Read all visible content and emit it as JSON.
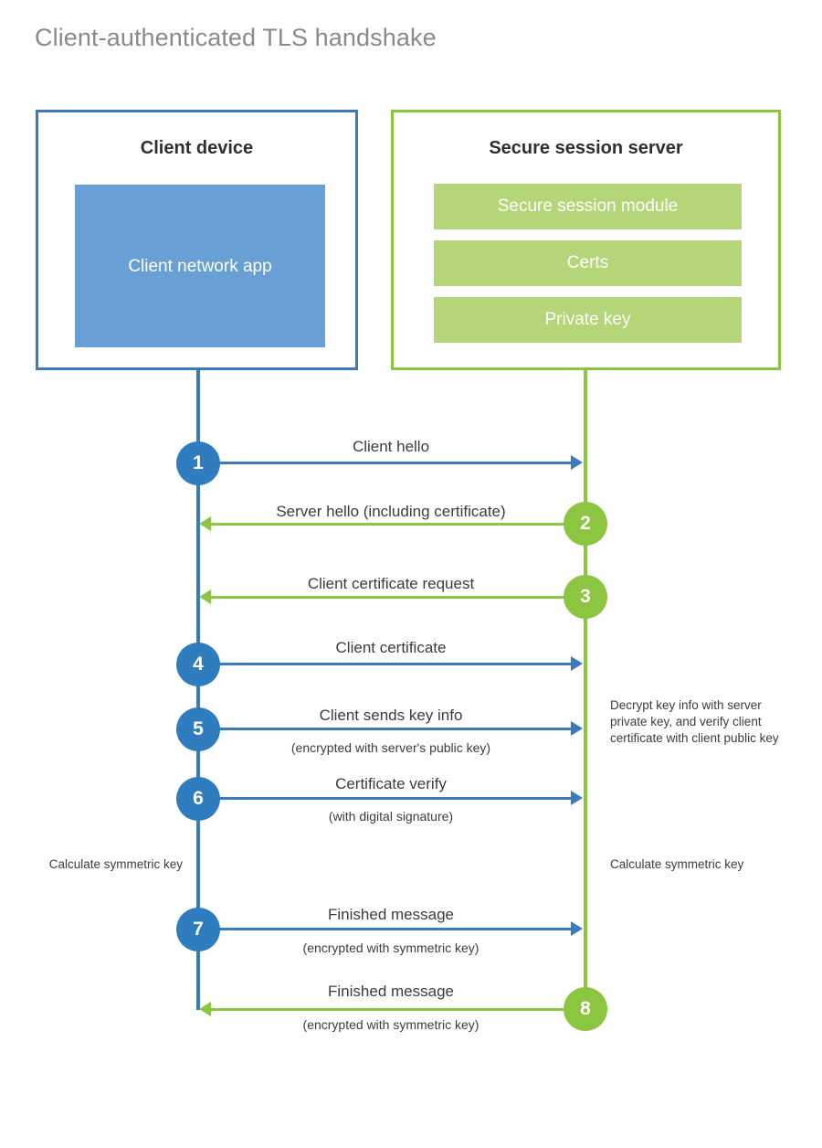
{
  "title": "Client-authenticated TLS handshake",
  "colors": {
    "blue_border": "#3a7cb9",
    "blue_fill": "#689fd4",
    "blue_circle": "#2f7dbf",
    "green_border": "#8cc540",
    "green_fill": "#b5d678",
    "green_circle": "#8cc540",
    "title_text": "#8a8a8a",
    "body_text": "#3c3c3c"
  },
  "client": {
    "title": "Client device",
    "app_label": "Client network app"
  },
  "server": {
    "title": "Secure session server",
    "components": [
      {
        "label": "Secure session module"
      },
      {
        "label": "Certs"
      },
      {
        "label": "Private key"
      }
    ]
  },
  "steps": [
    {
      "number": "1",
      "label": "Client hello",
      "sublabel": "",
      "direction": "right",
      "color": "blue"
    },
    {
      "number": "2",
      "label": "Server hello (including certificate)",
      "sublabel": "",
      "direction": "left",
      "color": "green"
    },
    {
      "number": "3",
      "label": "Client certificate request",
      "sublabel": "",
      "direction": "left",
      "color": "green"
    },
    {
      "number": "4",
      "label": "Client certificate",
      "sublabel": "",
      "direction": "right",
      "color": "blue"
    },
    {
      "number": "5",
      "label": "Client sends key info",
      "sublabel": "(encrypted with server's public key)",
      "direction": "right",
      "color": "blue"
    },
    {
      "number": "6",
      "label": "Certificate verify",
      "sublabel": "(with digital signature)",
      "direction": "right",
      "color": "blue"
    },
    {
      "number": "7",
      "label": "Finished message",
      "sublabel": "(encrypted with symmetric key)",
      "direction": "right",
      "color": "blue"
    },
    {
      "number": "8",
      "label": "Finished message",
      "sublabel": "(encrypted with symmetric key)",
      "direction": "left",
      "color": "green"
    }
  ],
  "annotations": {
    "server_decrypt": "Decrypt key info with server private key, and verify client certificate with client public key",
    "client_calculate": "Calculate symmetric key",
    "server_calculate": "Calculate symmetric key"
  }
}
